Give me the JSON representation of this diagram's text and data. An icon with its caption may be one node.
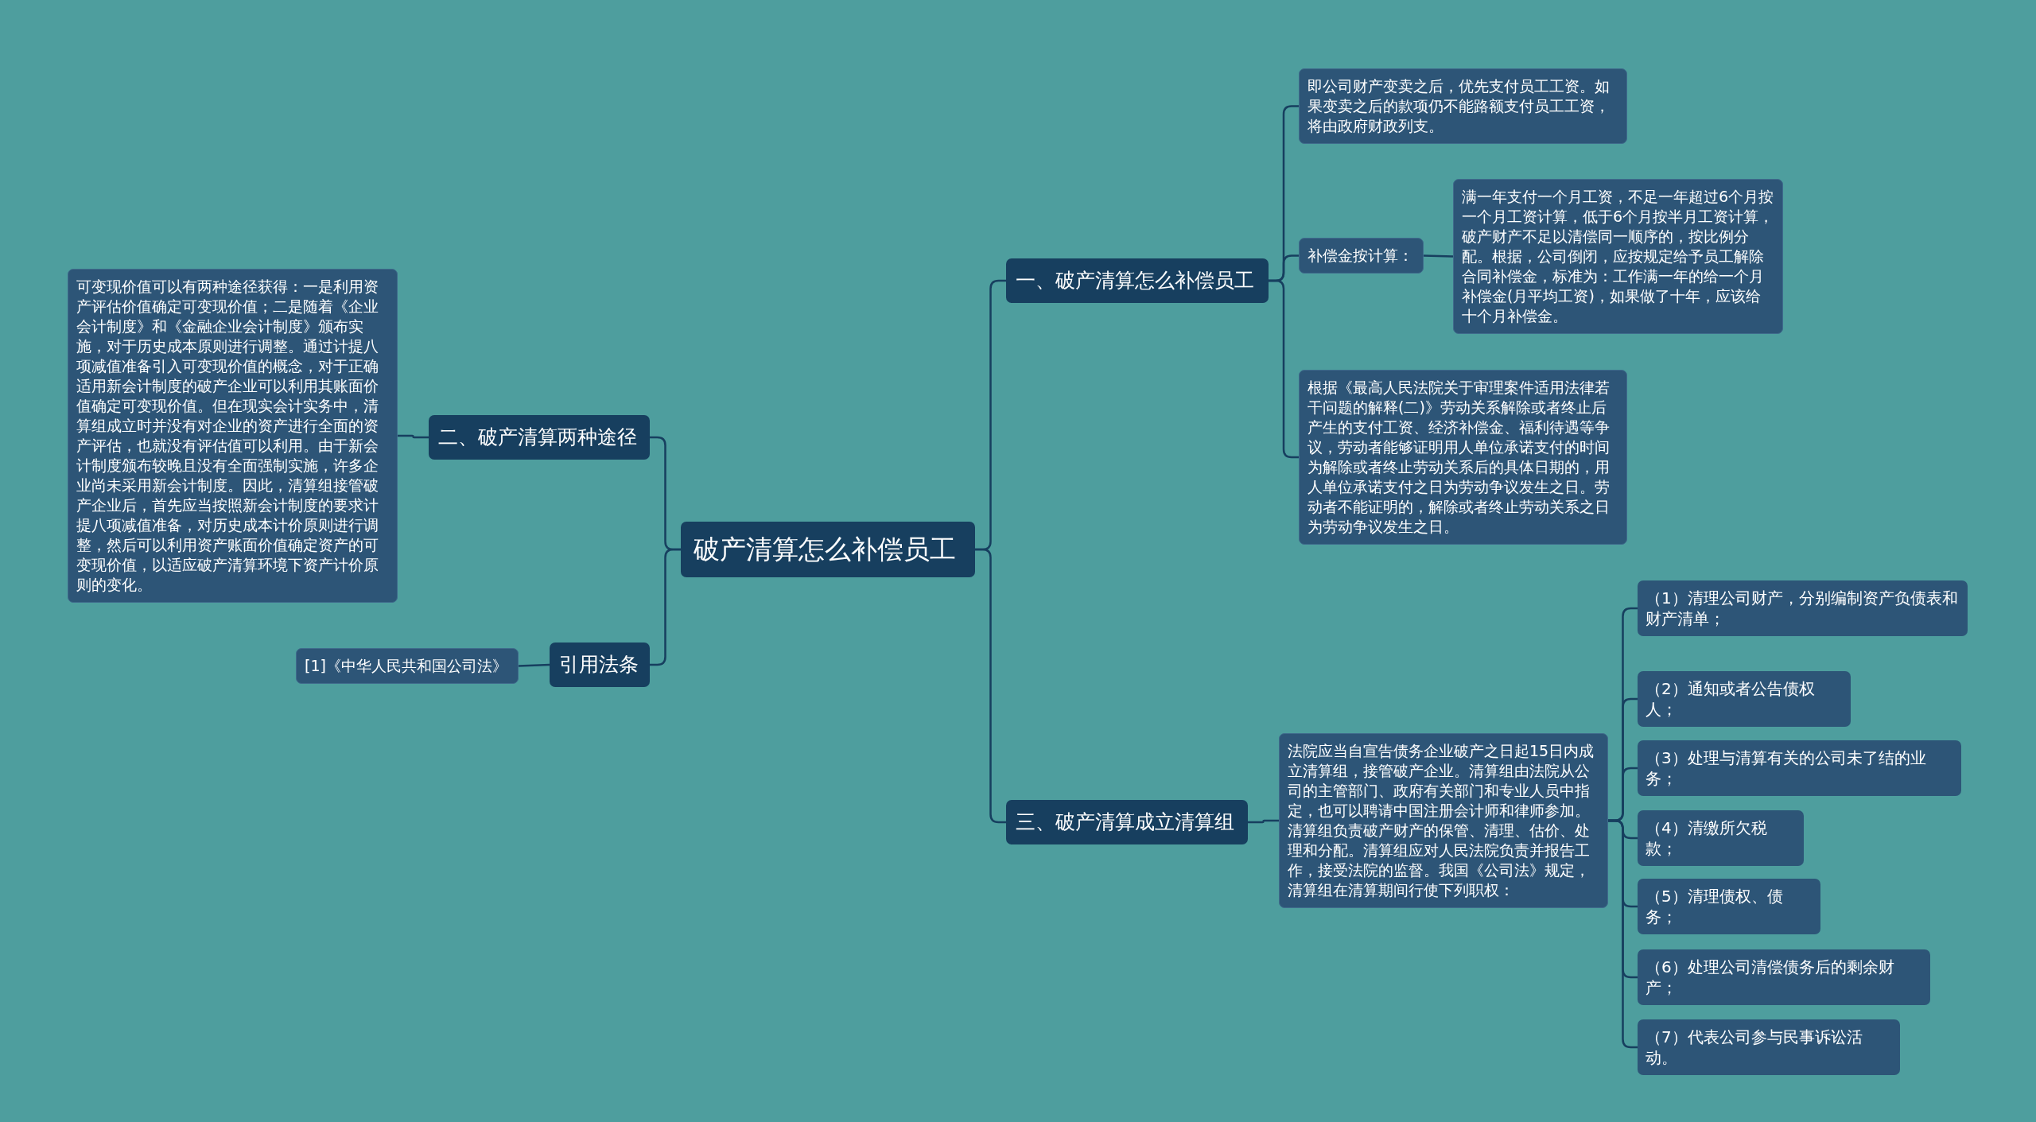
{
  "diagram": {
    "nodes": [
      {
        "text": [
          "破产清算怎么补偿员工"
        ]
      },
      {
        "text": [
          "一、破产清算怎么补偿员工"
        ]
      },
      {
        "text": [
          "即公司财产变卖之后，优先支付员工工资。如果变卖之后的款项仍不能路额支付员工工资，将由政府财政列支。"
        ]
      },
      {
        "text": [
          "补偿金按计算："
        ]
      },
      {
        "text": [
          "满一年支付一个月工资，不足一年超过6个月按一个月工资计算，低于6个月按半月工资计算，破产财产不足以清偿同一顺序的，按比例分配。根据，公司倒闭，应按规定给予员工解除合同补偿金，标准为：工作满一年的给一个月补偿金(月平均工资)，如果做了十年，应该给十个月补偿金。"
        ]
      },
      {
        "text": [
          "根据《最高人民法院关于审理案件适用法律若干问题的解释(二)》劳动关系解除或者终止后产生的支付工资、经济补偿金、福利待遇等争议，劳动者能够证明用人单位承诺支付的时间为解除或者终止劳动关系后的具体日期的，用人单位承诺支付之日为劳动争议发生之日。劳动者不能证明的，解除或者终止劳动关系之日为劳动争议发生之日。"
        ]
      },
      {
        "text": [
          "三、破产清算成立清算组"
        ]
      },
      {
        "text": [
          "法院应当自宣告债务企业破产之日起15日内成立清算组，接管破产企业。清算组由法院从公司的主管部门、政府有关部门和专业人员中指定，也可以聘请中国注册会计师和律师参加。清算组负责破产财产的保管、清理、估价、处理和分配。清算组应对人民法院负责并报告工作，接受法院的监督。我国《公司法》规定，清算组在清算期间行使下列职权："
        ]
      },
      {
        "text": [
          "（1）清理公司财产，分别编制资产负债表和财产清单；"
        ]
      },
      {
        "text": [
          "（2）通知或者公告债权人；"
        ]
      },
      {
        "text": [
          "（3）处理与清算有关的公司未了结的业务；"
        ]
      },
      {
        "text": [
          "（4）清缴所欠税款；"
        ]
      },
      {
        "text": [
          "（5）清理债权、债务；"
        ]
      },
      {
        "text": [
          "（6）处理公司清偿债务后的剩余财产；"
        ]
      },
      {
        "text": [
          "（7）代表公司参与民事诉讼活动。"
        ]
      },
      {
        "text": [
          "二、破产清算两种途径"
        ]
      },
      {
        "text": [
          "可变现价值可以有两种途径获得：一是利用资产评估价值确定可变现价值；二是随着《企业会计制度》和《金融企业会计制度》颁布实施，对于历史成本原则进行调整。通过计提八项减值准备引入可变现价值的概念，对于正确适用新会计制度的破产企业可以利用其账面价值确定可变现价值。但在现实会计实务中，清算组成立时并没有对企业的资产进行全面的资产评估，也就没有评估值可以利用。由于新会计制度颁布较晚且没有全面强制实施，许多企业尚未采用新会计制度。因此，清算组接管破产企业后，首先应当按照新会计制度的要求计提八项减值准备，对历史成本计价原则进行调整，然后可以利用资产账面价值确定资产的可变现价值，以适应破产清算环境下资产计价原则的变化。"
        ]
      },
      {
        "text": [
          "引用法条"
        ]
      },
      {
        "text": [
          "[1]《中华人民共和国公司法》"
        ]
      }
    ],
    "edges": [
      {
        "from": 0,
        "to": 1,
        "arrow": "none"
      },
      {
        "from": 1,
        "to": 2,
        "arrow": "none"
      },
      {
        "from": 1,
        "to": 3,
        "arrow": "none"
      },
      {
        "from": 3,
        "to": 4,
        "arrow": "none"
      },
      {
        "from": 1,
        "to": 5,
        "arrow": "none"
      },
      {
        "from": 0,
        "to": 6,
        "arrow": "none"
      },
      {
        "from": 6,
        "to": 7,
        "arrow": "none"
      },
      {
        "from": 7,
        "to": 8,
        "arrow": "none"
      },
      {
        "from": 7,
        "to": 9,
        "arrow": "none"
      },
      {
        "from": 7,
        "to": 10,
        "arrow": "none"
      },
      {
        "from": 7,
        "to": 11,
        "arrow": "none"
      },
      {
        "from": 7,
        "to": 12,
        "arrow": "none"
      },
      {
        "from": 7,
        "to": 13,
        "arrow": "none"
      },
      {
        "from": 7,
        "to": 14,
        "arrow": "none"
      },
      {
        "from": 0,
        "to": 15,
        "arrow": "none"
      },
      {
        "from": 15,
        "to": 16,
        "arrow": "none"
      },
      {
        "from": 0,
        "to": 17,
        "arrow": "none"
      },
      {
        "from": 17,
        "to": 18,
        "arrow": "none"
      }
    ]
  }
}
